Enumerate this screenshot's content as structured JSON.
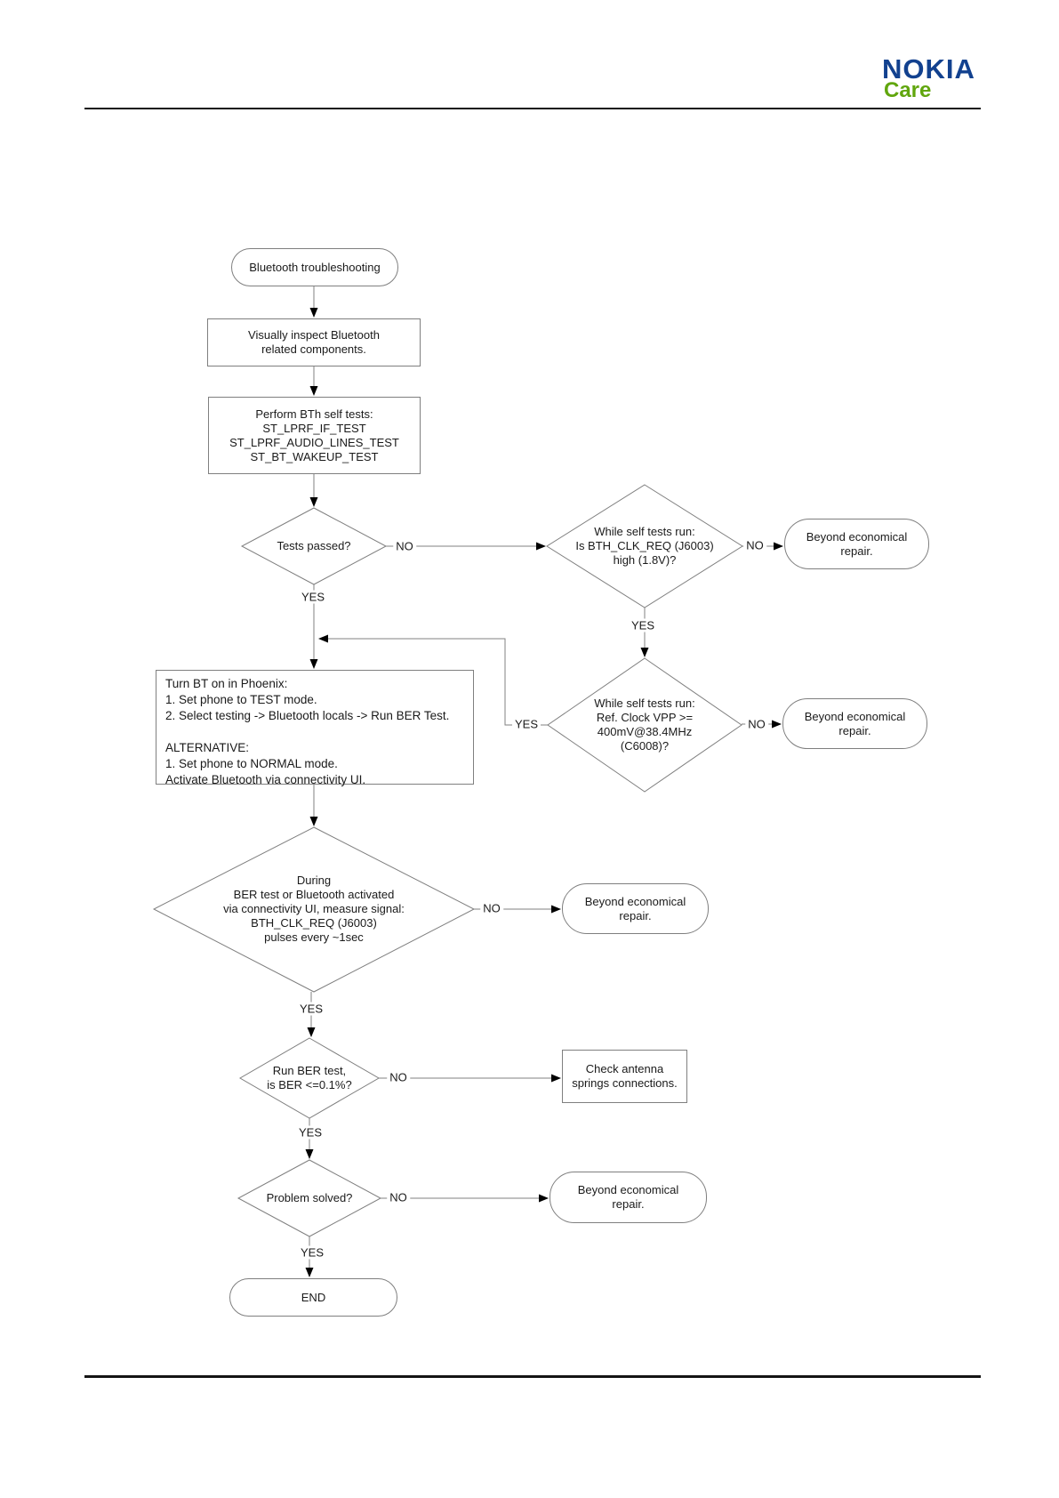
{
  "page": {
    "kind": "service-manual-flowchart",
    "title": "Bluetooth troubleshooting"
  },
  "header": {
    "brand": "NOKIA",
    "sub_brand": "Care",
    "colors": {
      "nokia_blue": "#12418f",
      "care_green": "#61a60e"
    }
  },
  "flowchart": {
    "labels": {
      "yes": "YES",
      "no": "NO"
    },
    "nodes": {
      "start": "Bluetooth troubleshooting",
      "inspect": "Visually inspect Bluetooth\nrelated components.",
      "self_tests": "Perform BTh self tests:\nST_LPRF_IF_TEST\nST_LPRF_AUDIO_LINES_TEST\nST_BT_WAKEUP_TEST",
      "tests_passed": "Tests passed?",
      "clk_req_check": "While self tests run:\nIs BTH_CLK_REQ (J6003)\nhigh (1.8V)?",
      "beyond_repair_1": "Beyond economical\nrepair.",
      "ref_clock_check": "While self tests run:\nRef. Clock VPP >=\n400mV@38.4MHz\n(C6008)?",
      "beyond_repair_2": "Beyond economical\nrepair.",
      "turn_bt_on": "Turn BT on in Phoenix:\n1. Set phone to TEST mode.\n2. Select testing -> Bluetooth locals -> Run BER Test.\n\nALTERNATIVE:\n1. Set phone to NORMAL mode.\nActivate Bluetooth via connectivity UI.",
      "during_ber": "During\nBER test or Bluetooth activated\nvia connectivity UI, measure signal:\nBTH_CLK_REQ (J6003)\npulses every ~1sec",
      "beyond_repair_3": "Beyond economical\nrepair.",
      "run_ber": "Run BER test,\nis BER <=0.1%?",
      "check_antenna": "Check antenna\nsprings connections.",
      "problem_solved": "Problem solved?",
      "beyond_repair_4": "Beyond economical\nrepair.",
      "end": "END"
    }
  }
}
